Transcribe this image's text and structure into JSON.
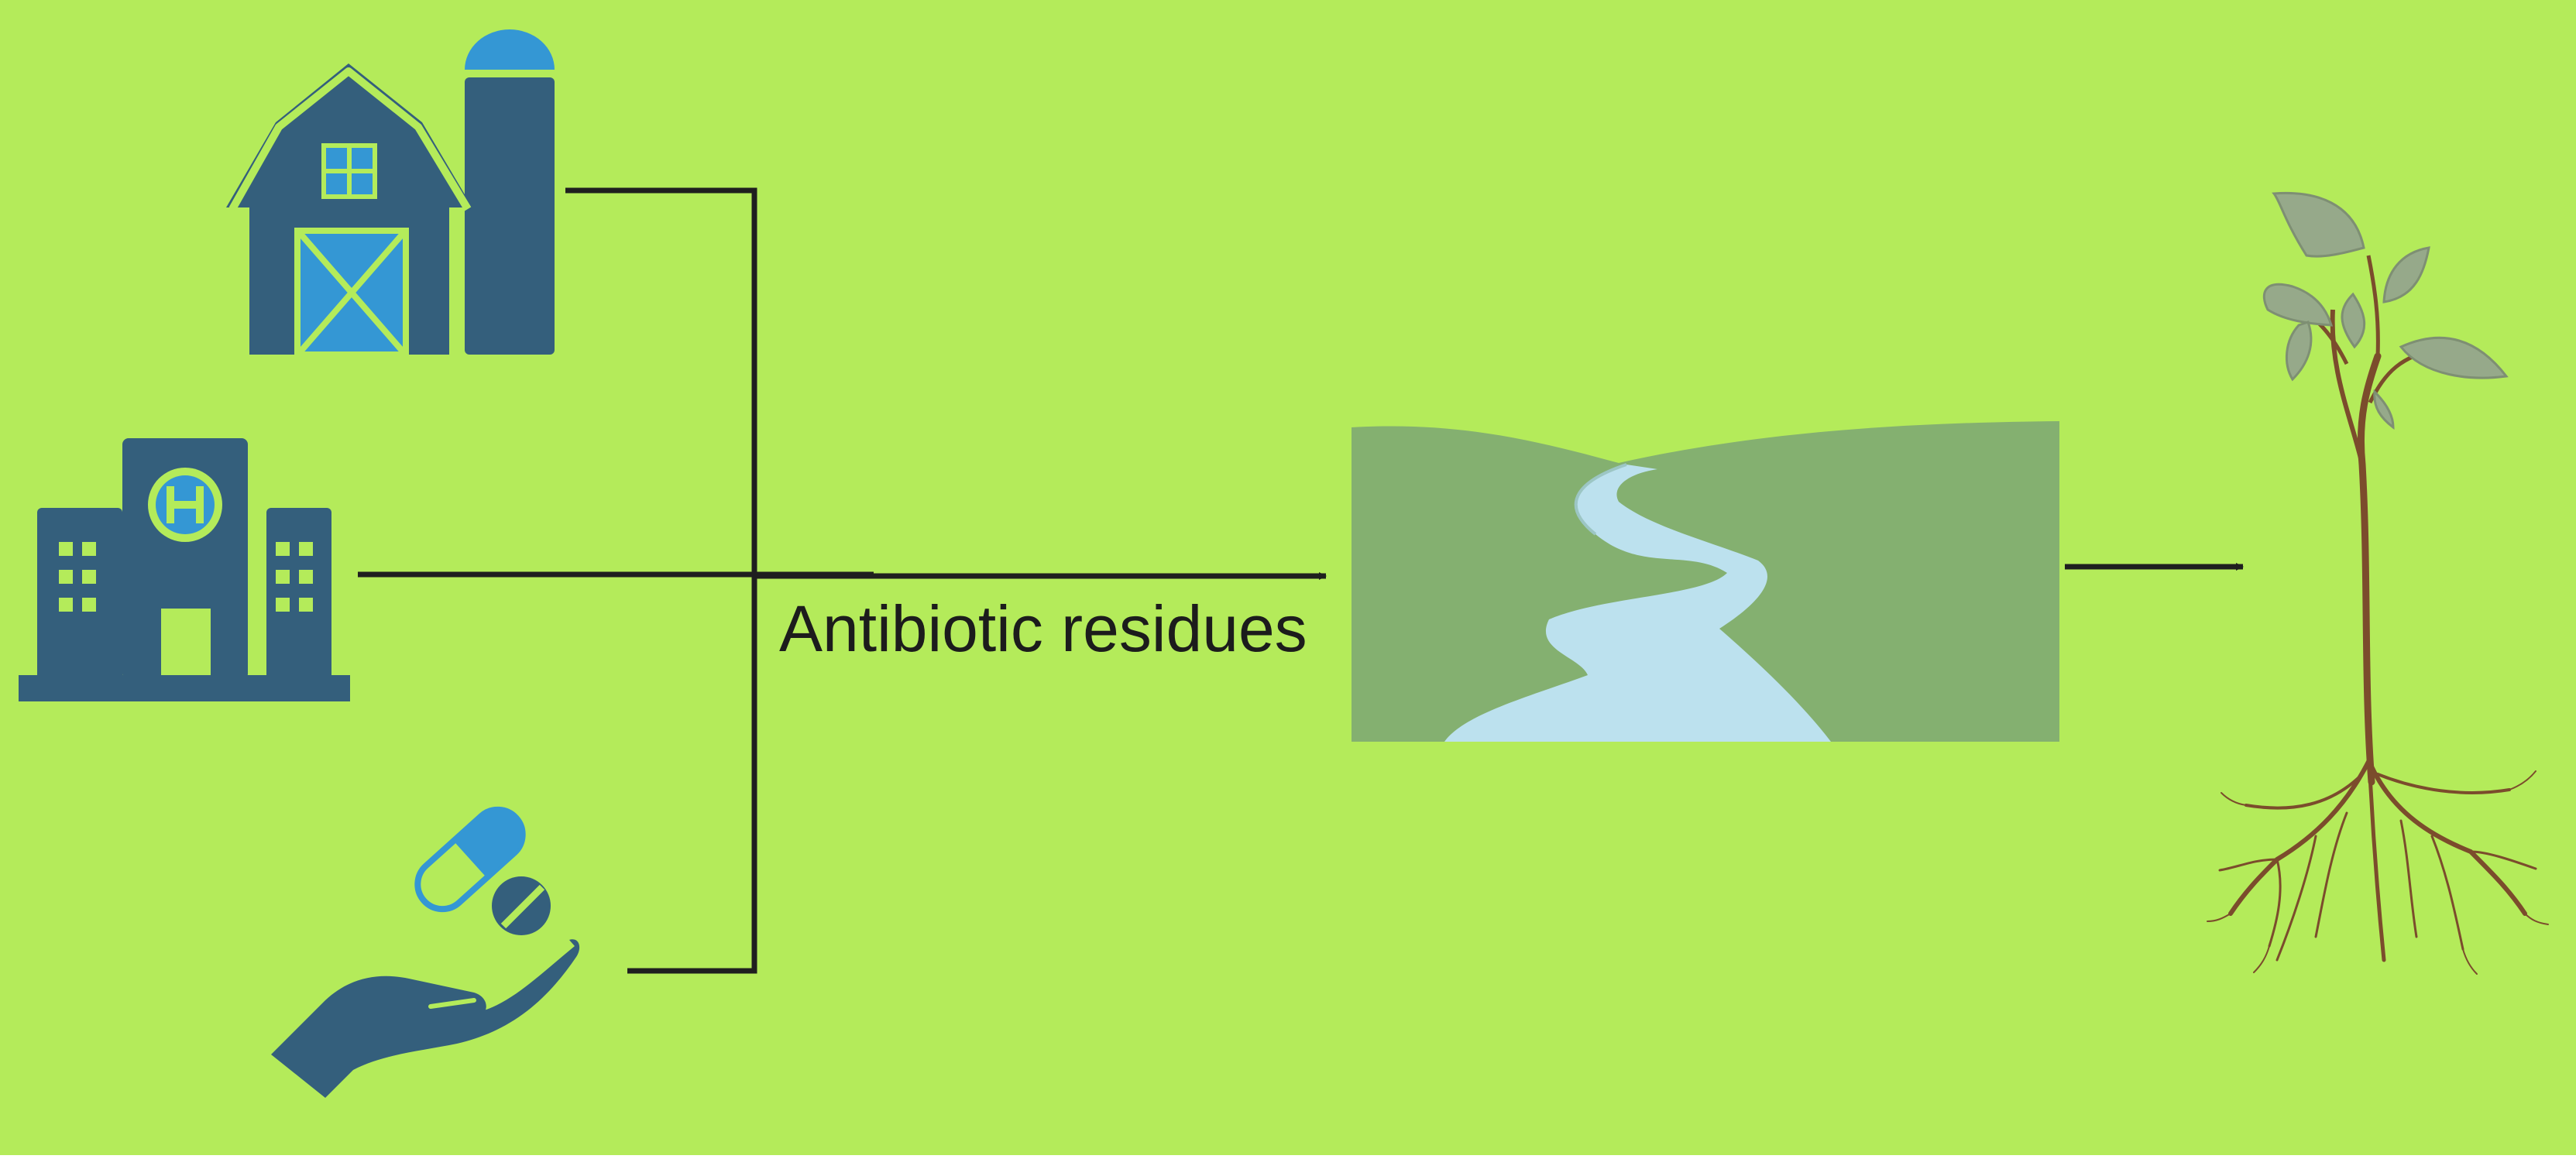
{
  "diagram": {
    "flow_label": "Antibiotic residues",
    "colors": {
      "background": "#b4eb5a",
      "icon_dark": "#345f7c",
      "icon_blue": "#3497d4",
      "connector": "#1f1f1f",
      "river_hills": "#84b070",
      "river_water": "#bce1ee",
      "plant_stem": "#7b4c2c",
      "plant_leaf": "#96a98a"
    },
    "sources": [
      {
        "name": "farm",
        "icon": "farm-barn-silo-icon"
      },
      {
        "name": "hospital",
        "icon": "hospital-icon"
      },
      {
        "name": "medication",
        "icon": "hand-with-pills-icon"
      }
    ],
    "destinations": [
      {
        "name": "river",
        "icon": "river-landscape-icon"
      },
      {
        "name": "plant",
        "icon": "plant-with-roots-icon"
      }
    ]
  }
}
